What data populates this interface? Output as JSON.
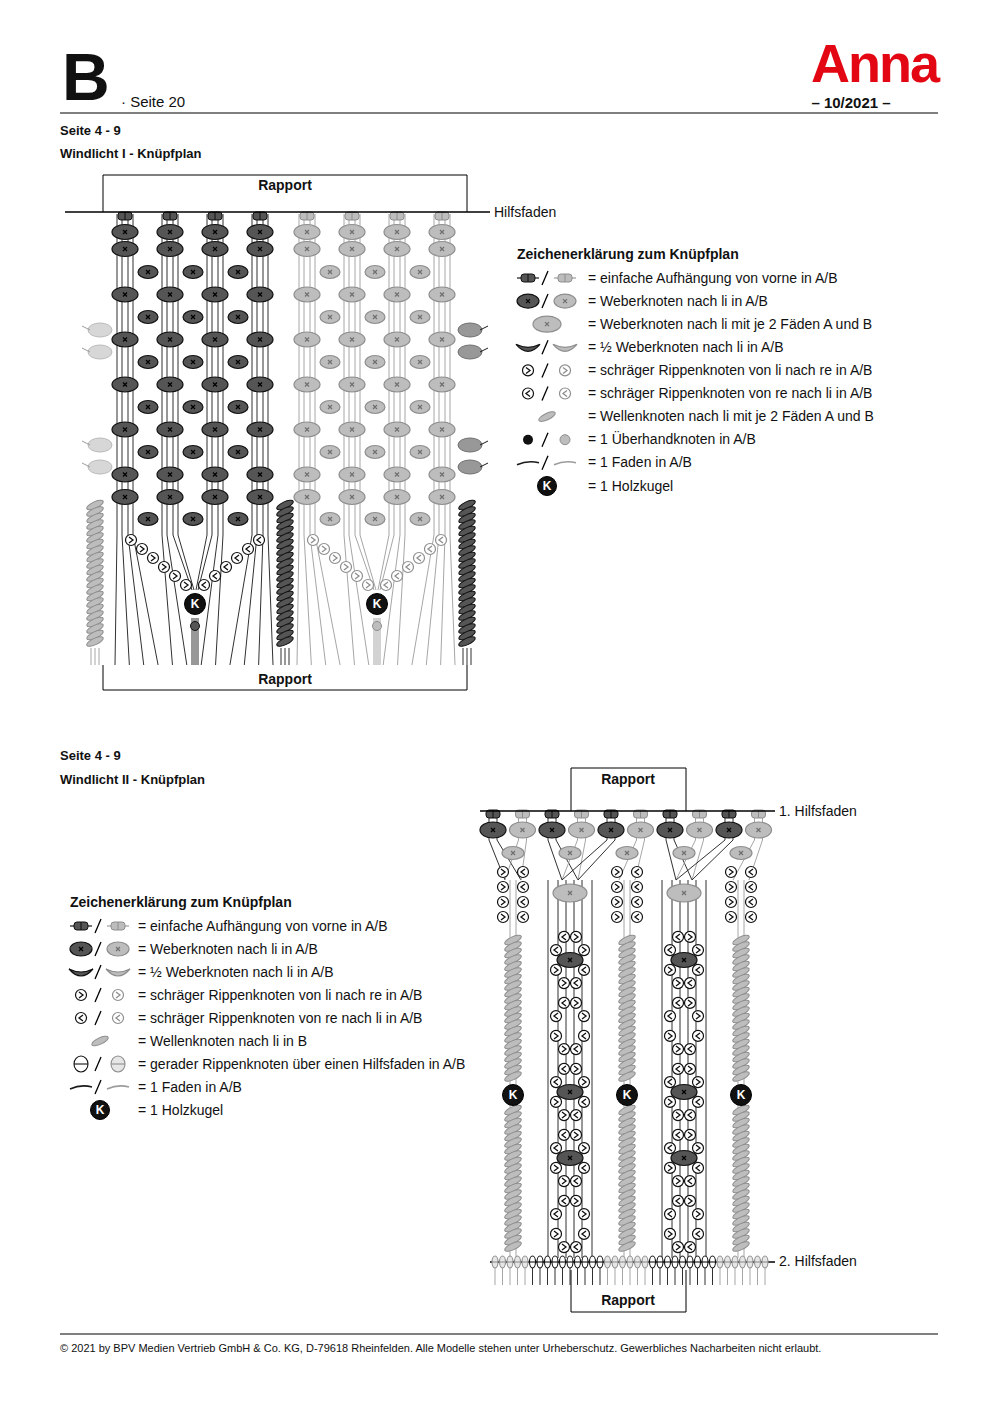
{
  "diagram": {
    "nodes": [
      {
        "text": [
          "K"
        ]
      },
      {
        "text": [
          "K"
        ]
      },
      {
        "text": [
          "K"
        ]
      },
      {
        "text": [
          "K"
        ]
      },
      {
        "text": [
          "K"
        ]
      },
      {
        "text": [
          "K"
        ]
      },
      {
        "text": [
          "K"
        ]
      }
    ],
    "labels": [
      "B",
      "· Seite 20",
      "Anna",
      "– 10/2021 –",
      "Seite 4 - 9",
      "Windlicht I - Knüpfplan",
      "Rapport",
      "Hilfsfaden",
      "Rapport",
      "Zeichenerklärung zum Knüpfplan",
      "Seite 4 - 9",
      "Windlicht II - Knüpfplan",
      "Rapport",
      "1. Hilfsfaden",
      "2. Hilfsfaden",
      "Rapport",
      "Zeichenerklärung zum Knüpfplan",
      "© 2021 by BPV Medien Vertrieb GmbH & Co. KG, D-79618 Rheinfelden. Alle Modelle stehen unter Urheberschutz. Gewerbliches Nacharbeiten nicht erlaubt."
    ],
    "legend": [
      {
        "text": "= einfache Aufhängung von vorne in A/B"
      },
      {
        "text": "= Weberknoten nach li in A/B"
      },
      {
        "text": "= Weberknoten nach li mit je 2 Fäden A und B"
      },
      {
        "text": "= ½ Weberknoten nach li in A/B"
      },
      {
        "text": "= schräger Rippenknoten von li nach re in A/B"
      },
      {
        "text": "= schräger Rippenknoten von re nach li in A/B"
      },
      {
        "text": "= Wellenknoten nach li mit je 2 Fäden A und B"
      },
      {
        "text": "= 1 Überhandknoten in A/B"
      },
      {
        "text": "= 1 Faden in A/B"
      },
      {
        "text": "= 1 Holzkugel"
      },
      {
        "text": "= einfache Aufhängung von vorne in A/B"
      },
      {
        "text": "= Weberknoten nach li in A/B"
      },
      {
        "text": "= ½ Weberknoten nach li in A/B"
      },
      {
        "text": "= schräger Rippenknoten von li nach re in A/B"
      },
      {
        "text": "= schräger Rippenknoten von re nach li in A/B"
      },
      {
        "text": "= Wellenknoten nach li in B"
      },
      {
        "text": "= gerader Rippenknoten über einen Hilfsfaden in A/B"
      },
      {
        "text": "= 1 Faden in A/B"
      },
      {
        "text": "= 1 Holzkugel"
      }
    ]
  }
}
